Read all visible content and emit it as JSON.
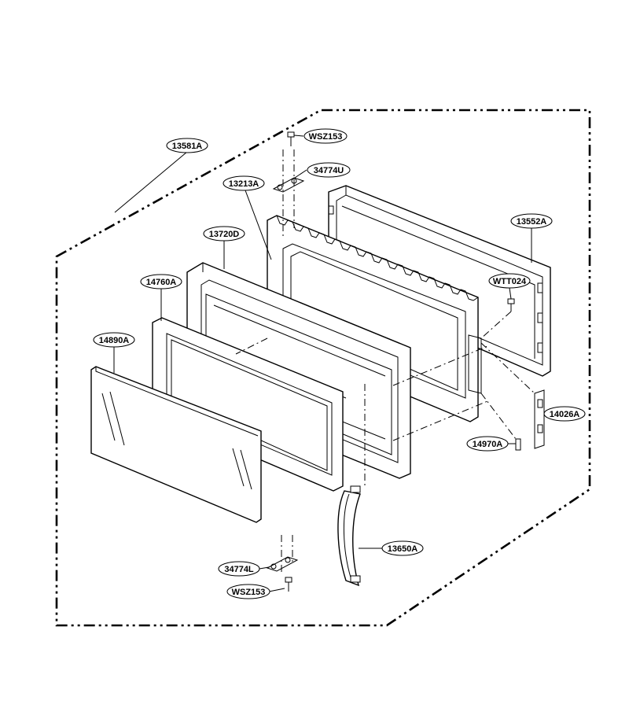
{
  "labels": [
    {
      "id": "13581A",
      "text": "13581A"
    },
    {
      "id": "WSZ153-top",
      "text": "WSZ153"
    },
    {
      "id": "34774U",
      "text": "34774U"
    },
    {
      "id": "13213A",
      "text": "13213A"
    },
    {
      "id": "13552A",
      "text": "13552A"
    },
    {
      "id": "13720D",
      "text": "13720D"
    },
    {
      "id": "14760A",
      "text": "14760A"
    },
    {
      "id": "WTT024",
      "text": "WTT024"
    },
    {
      "id": "14890A",
      "text": "14890A"
    },
    {
      "id": "14026A",
      "text": "14026A"
    },
    {
      "id": "14970A",
      "text": "14970A"
    },
    {
      "id": "13650A",
      "text": "13650A"
    },
    {
      "id": "34774L",
      "text": "34774L"
    },
    {
      "id": "WSZ153-bottom",
      "text": "WSZ153"
    }
  ]
}
